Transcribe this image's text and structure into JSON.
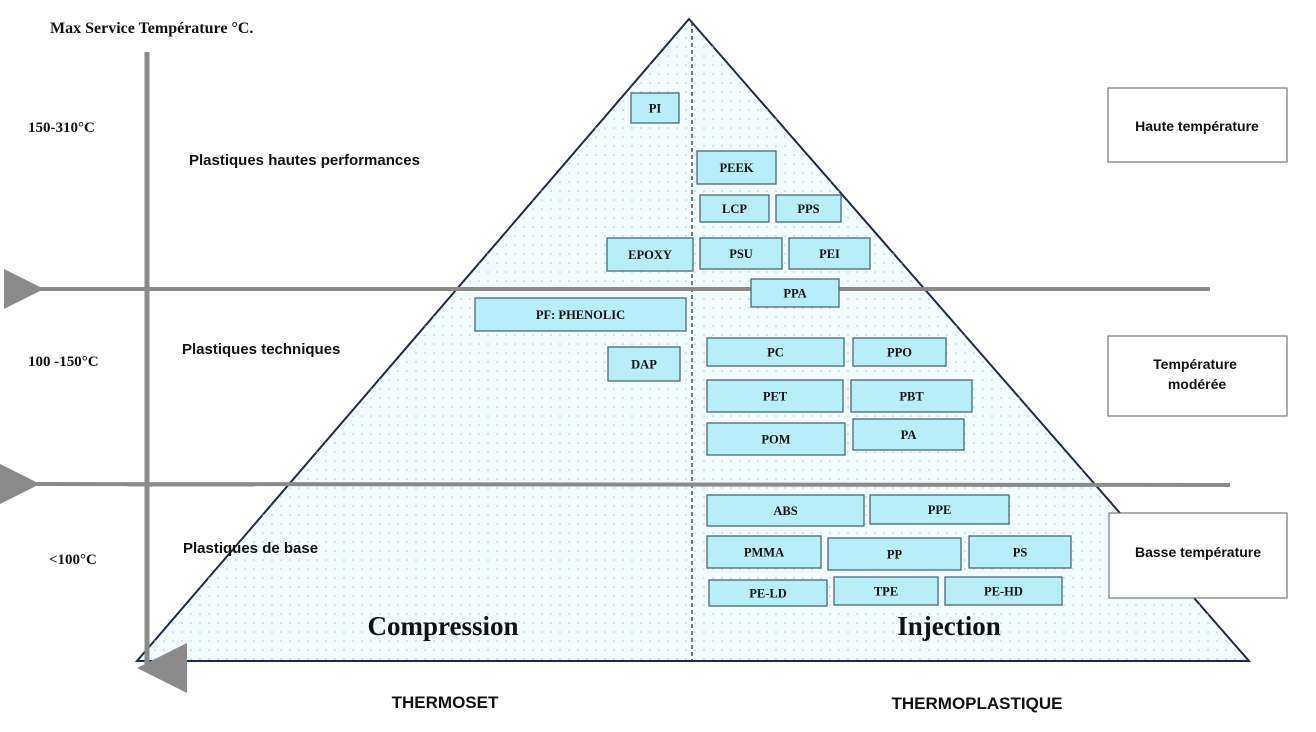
{
  "axis_title": "Max Service Température °C.",
  "temperature_levels": [
    "150-310°C",
    "100 -150°C",
    "<100°C"
  ],
  "categories": [
    "Plastiques hautes performances",
    "Plastiques techniques",
    "Plastiques de base"
  ],
  "zones": [
    "Haute température",
    "Température\nmodérée",
    "Basse température"
  ],
  "processes": [
    "Compression",
    "Injection"
  ],
  "families": [
    "THERMOSET",
    "THERMOPLASTIQUE"
  ],
  "materials": {
    "thermoset": [
      "PI",
      "EPOXY",
      "PF: PHENOLIC",
      "DAP"
    ],
    "thermoplastic": [
      "PEEK",
      "LCP",
      "PPS",
      "PSU",
      "PEI",
      "PPA",
      "PC",
      "PPO",
      "PET",
      "PBT",
      "POM",
      "PA",
      "ABS",
      "PPE",
      "PMMA",
      "PP",
      "PS",
      "PE-LD",
      "TPE",
      "PE-HD"
    ]
  },
  "colors": {
    "box_fill": "#b8eef7",
    "box_stroke": "#4a6a78",
    "pyramid_fill": "#f2fbfd",
    "dot": "#9fcfdc",
    "axis": "#8a8a8a"
  }
}
